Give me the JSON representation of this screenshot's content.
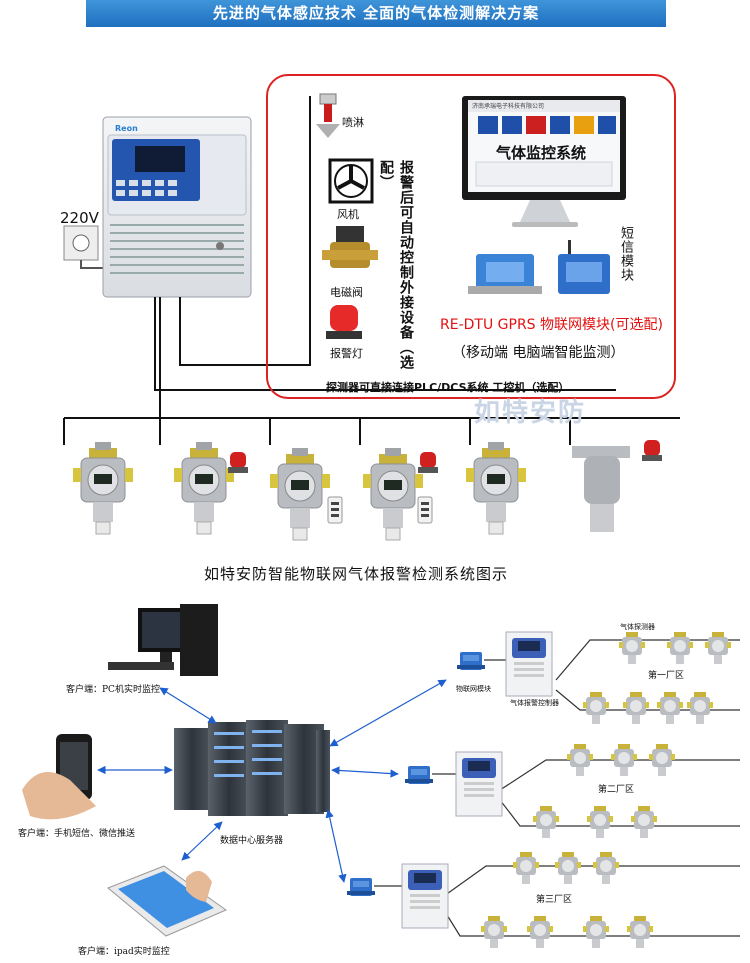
{
  "banner": "先进的气体感应技术 全面的气体检测解决方案",
  "voltage": "220V",
  "brand": "Reon",
  "devices": {
    "sprinkler": "喷淋",
    "fan": "风机",
    "valve": "电磁阀",
    "alarm_light": "报警灯"
  },
  "vertical_note": "报警后可自动控制外接设备（选配）",
  "monitor": {
    "company": "济南承瑞电子科技有限公司",
    "system_title": "气体监控系统"
  },
  "sms_module": "短信模块",
  "iot_module": "RE-DTU GPRS 物联网模块(可选配)",
  "monitoring_note": "（移动端  电脑端智能监测）",
  "plc_note": "探测器可直接连接PLC/DCS系统 工控机（选配）",
  "watermark": "如特安防",
  "diagram_title": "如特安防智能物联网气体报警检测系统图示",
  "clients": {
    "pc": "客户端：PC机实时监控",
    "phone": "客户端：手机短信、微信推送",
    "ipad": "客户端：ipad实时监控"
  },
  "server": "数据中心服务器",
  "network": {
    "iot_module": "物联网模块",
    "controller": "气体报警控制器",
    "detector": "气体探测器",
    "factory1": "第一厂区",
    "factory2": "第二厂区",
    "factory3": "第三厂区"
  },
  "colors": {
    "banner": "#2a7fd0",
    "red_outline": "#d22222",
    "iot_text": "#e21010",
    "arrow": "#1d5fcf",
    "detector_yellow": "#d8c23a"
  }
}
